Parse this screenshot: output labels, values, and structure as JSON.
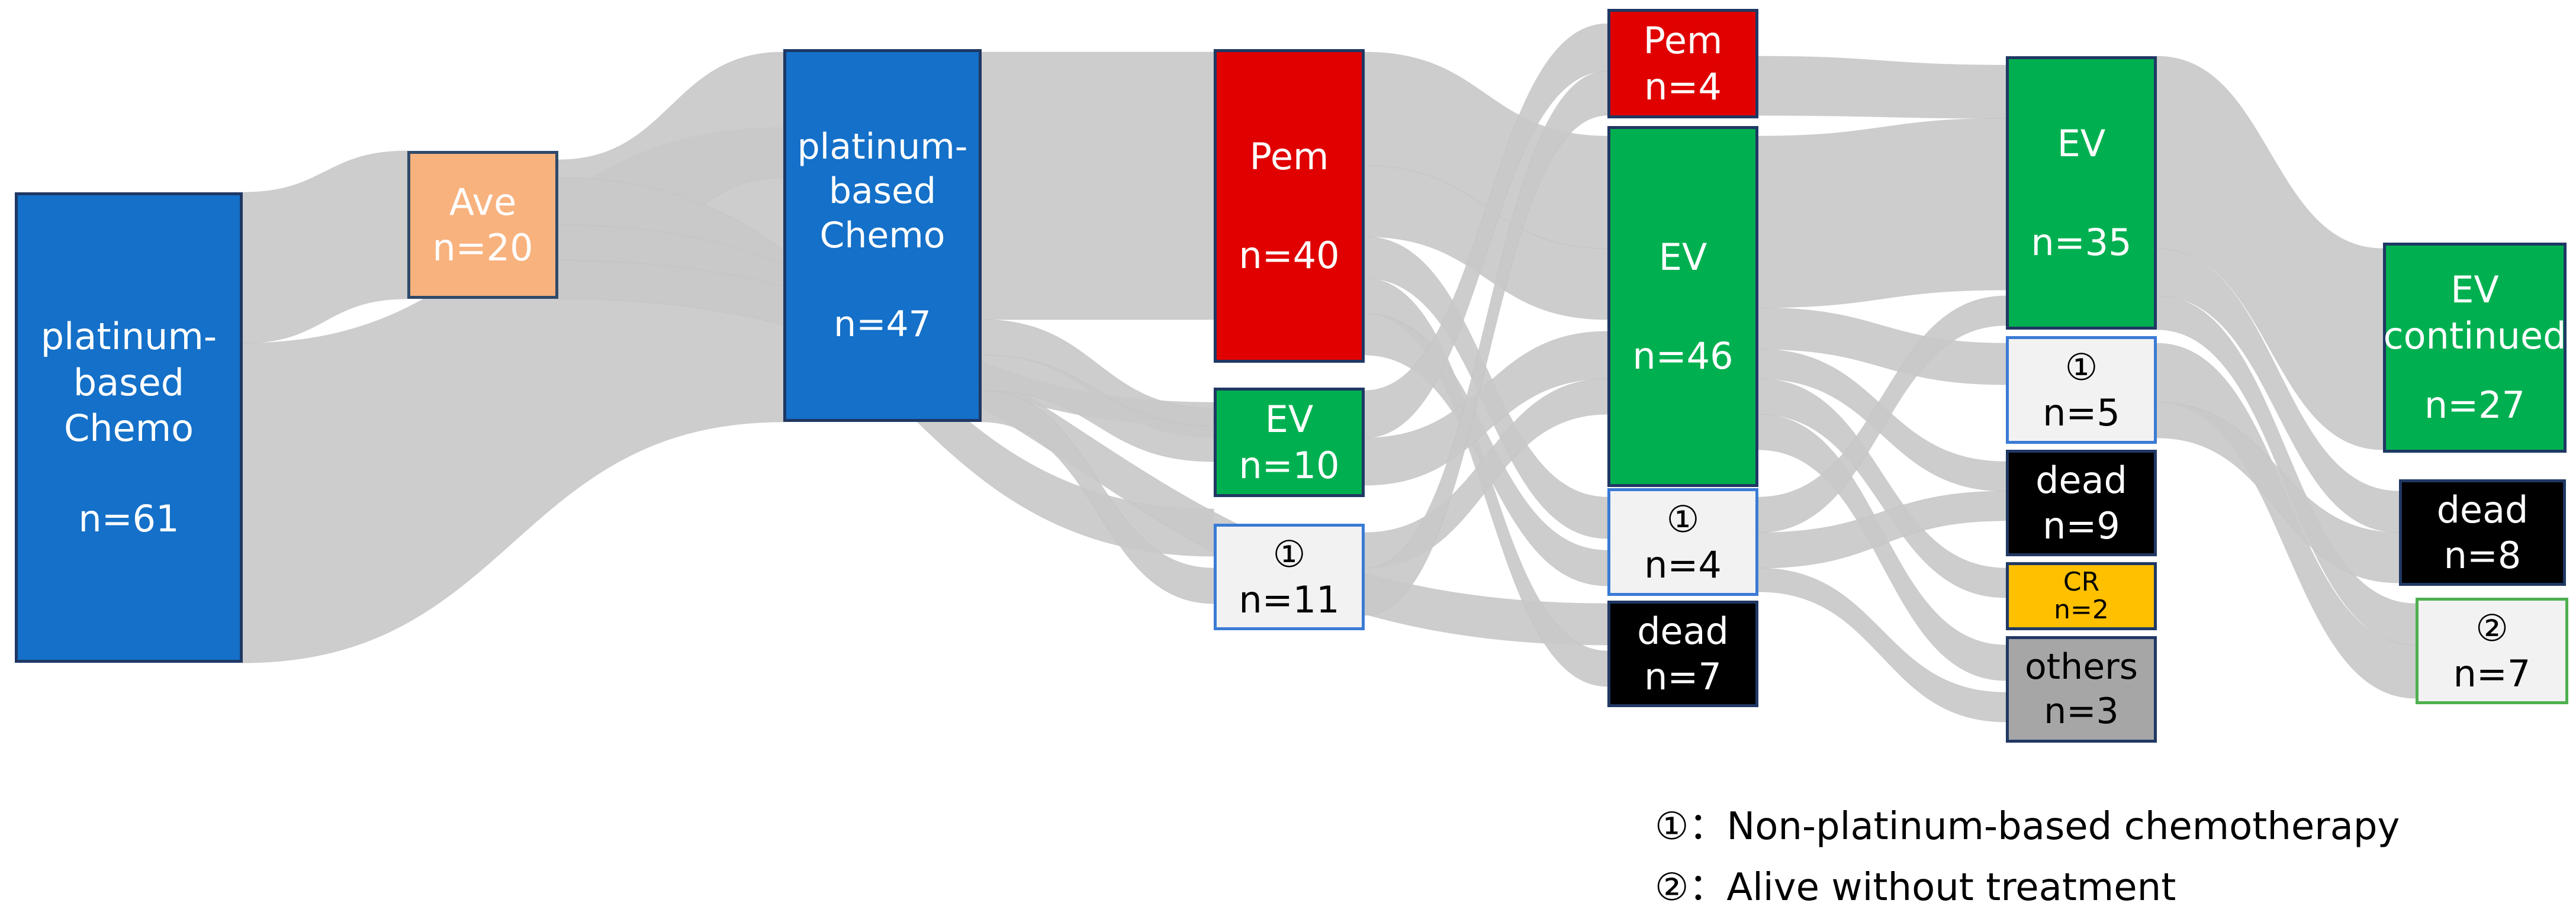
{
  "colors": {
    "flow": "#c9c9c9",
    "platinum_chemo": "#1470c8",
    "ave": "#f8b27e",
    "pem": "#e00000",
    "ev": "#00b050",
    "light": "#f2f2f2",
    "dead": "#000000",
    "cr": "#ffc000",
    "others": "#a6a6a6"
  },
  "nodes": {
    "platinum_chemo_1": {
      "label": "platinum-\nbased\nChemo",
      "count": "n=61"
    },
    "ave": {
      "label": "Ave",
      "count": "n=20"
    },
    "platinum_chemo_2": {
      "label": "platinum-\nbased\nChemo",
      "count": "n=47"
    },
    "pem_3": {
      "label": "Pem",
      "count": "n=40"
    },
    "ev_3": {
      "label": "EV",
      "count": "n=10"
    },
    "nonplat_3": {
      "label": "①",
      "count": "n=11"
    },
    "pem_4": {
      "label": "Pem",
      "count": "n=4"
    },
    "ev_4": {
      "label": "EV",
      "count": "n=46"
    },
    "nonplat_4": {
      "label": "①",
      "count": "n=4"
    },
    "dead_4": {
      "label": "dead",
      "count": "n=7"
    },
    "ev_5": {
      "label": "EV",
      "count": "n=35"
    },
    "nonplat_5": {
      "label": "①",
      "count": "n=5"
    },
    "dead_5": {
      "label": "dead",
      "count": "n=9"
    },
    "cr_5": {
      "label": "CR",
      "count": "n=2"
    },
    "others_5": {
      "label": "others",
      "count": "n=3"
    },
    "ev_continued": {
      "label": "EV\ncontinued",
      "count": "n=27"
    },
    "dead_6": {
      "label": "dead",
      "count": "n=8"
    },
    "alive_6": {
      "label": "②",
      "count": "n=7"
    }
  },
  "legend": {
    "item1": "①：Non-platinum-based chemotherapy",
    "item2": "②：Alive without treatment"
  }
}
